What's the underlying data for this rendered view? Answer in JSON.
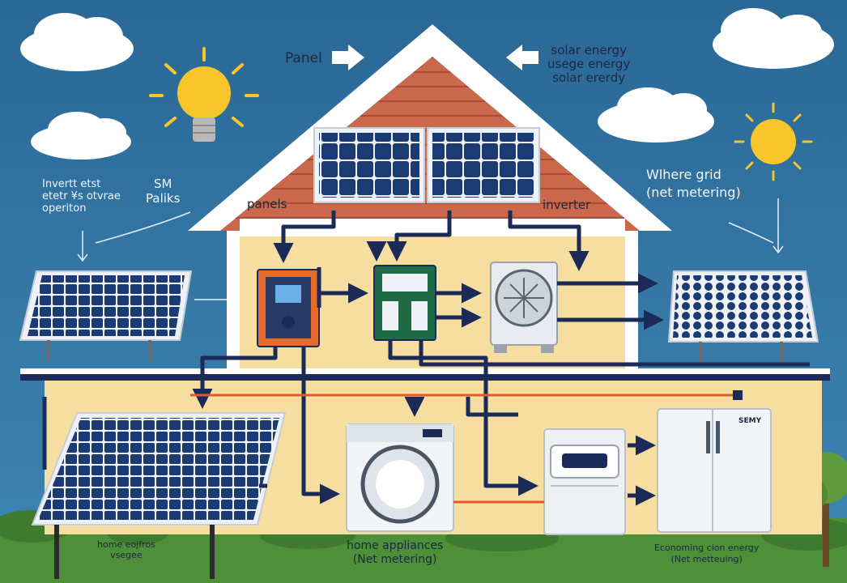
{
  "labels": {
    "panel": "Panel",
    "solar_lines": [
      "solar energy",
      "usege energy",
      "solar ererdy"
    ],
    "left_note": [
      "Invertt etst",
      "etetr ¥s otvrae",
      "operiton"
    ],
    "sm_paliks": [
      "SM",
      "Paliks"
    ],
    "where_grid": [
      "Wlhere grid",
      "(net metering)"
    ],
    "panels": "panels",
    "inverter": "inverter",
    "home_left": [
      "home eojfros",
      "vsegee"
    ],
    "home_appliances": [
      "home appliances",
      "(Net metering)"
    ],
    "bottom_right": [
      "Economing cion energy",
      "(Net metteuing)"
    ],
    "brand": "SEMY"
  },
  "colors": {
    "sky": "#2e6e9a",
    "roof": "#c9684a",
    "wall": "#f6dea0",
    "panel": "#1d3b73",
    "line": "#1b2a57",
    "inverter_orange": "#e46b2b",
    "meter_green": "#1e6b45",
    "grass": "#4e8f3a",
    "sun": "#f7c62a"
  },
  "icons": [
    "sun-icon",
    "lightbulb-icon",
    "cloud-icon",
    "arrow-right-icon",
    "arrow-left-icon",
    "fan-icon",
    "washing-machine-icon",
    "oven-icon",
    "fridge-icon",
    "tree-icon"
  ]
}
